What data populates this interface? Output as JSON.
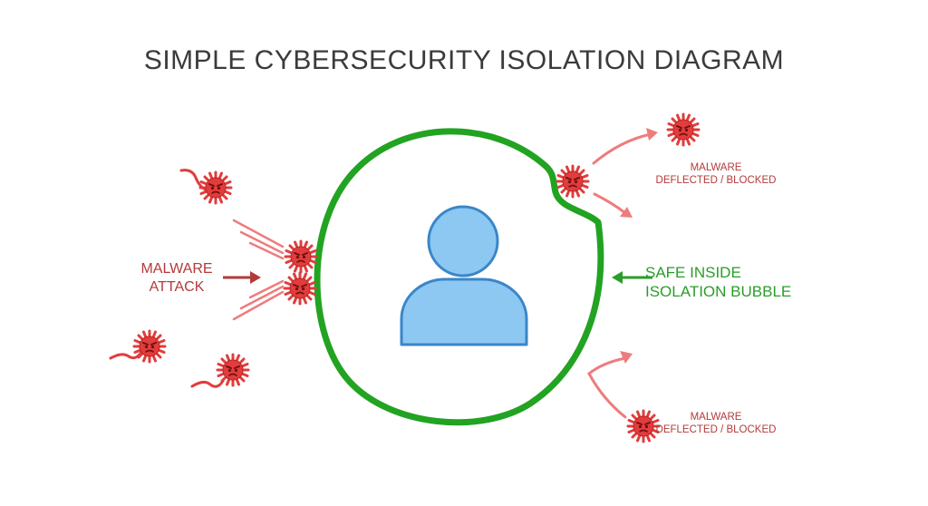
{
  "title": "SIMPLE CYBERSECURITY ISOLATION DIAGRAM",
  "labels": {
    "attack": [
      "MALWARE",
      "ATTACK"
    ],
    "safe": [
      "SAFE INSIDE",
      "ISOLATION BUBBLE"
    ],
    "deflected_top": [
      "MALWARE",
      "DEFLECTED / BLOCKED"
    ],
    "deflected_bottom": [
      "MALWARE",
      "DEFLECTED / BLOCKED"
    ]
  },
  "icons": {
    "user": "user-icon",
    "malware": "malware-virus-icon",
    "bubble": "isolation-bubble"
  },
  "colors": {
    "bubble": "#22a322",
    "user_fill": "#8cc8f2",
    "user_stroke": "#3a86c8",
    "virus": "#e23c3c",
    "virus_dark": "#8e1d1d",
    "attack_text": "#b33a3a",
    "safe_text": "#2a9d2a",
    "deflect_arrow": "#ee7c7c"
  }
}
